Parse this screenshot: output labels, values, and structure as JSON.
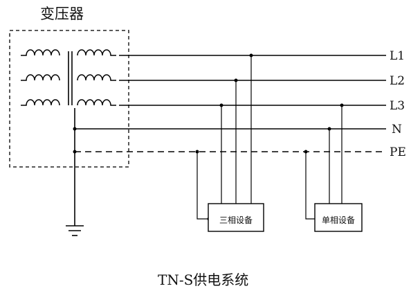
{
  "transformer": {
    "label": "变压器"
  },
  "lines": [
    {
      "label": "L1"
    },
    {
      "label": "L2"
    },
    {
      "label": "L3"
    },
    {
      "label": "N"
    },
    {
      "label": "PE"
    }
  ],
  "devices": {
    "three_phase": {
      "label": "三相设备"
    },
    "single_phase": {
      "label": "单相设备"
    }
  },
  "caption": "TN-S供电系统"
}
